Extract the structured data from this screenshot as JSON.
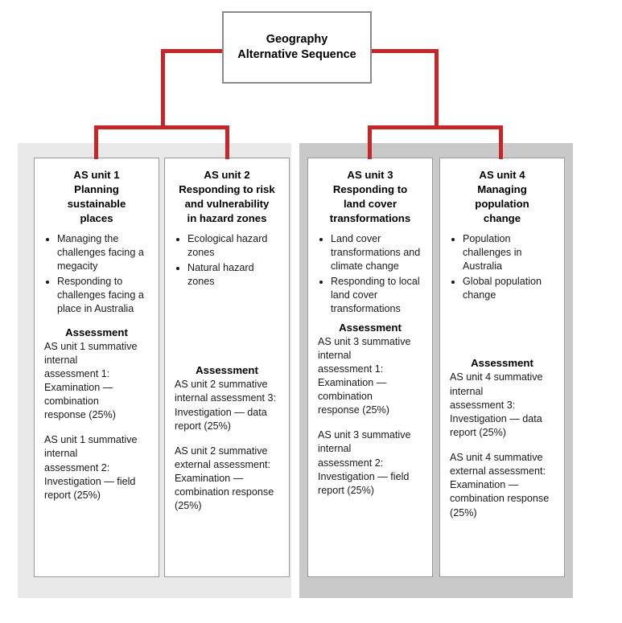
{
  "diagram": {
    "root": {
      "title": "Geography\nAlternative Sequence"
    },
    "accent_color": "#c4262a",
    "panels": [
      {
        "name": "left-group",
        "color": "#e9e9e9"
      },
      {
        "name": "right-group",
        "color": "#c9c9c9"
      }
    ],
    "assessment_heading": "Assessment",
    "units": [
      {
        "title": "AS unit 1\nPlanning\nsustainable\nplaces",
        "topics": [
          "Managing the challenges facing a megacity",
          "Responding to challenges facing a place in Australia"
        ],
        "assessments": [
          "AS unit 1 summative internal\nassessment 1:\nExamination — combination\nresponse (25%)",
          "AS unit 1 summative internal\nassessment 2:\nInvestigation — field\nreport (25%)"
        ]
      },
      {
        "title": "AS unit 2\nResponding to risk\nand vulnerability\nin hazard zones",
        "topics": [
          "Ecological hazard zones",
          "Natural hazard zones"
        ],
        "assessments": [
          "AS unit 2 summative internal assessment 3:\nInvestigation — data report (25%)",
          "AS unit 2 summative external assessment:\nExamination — combination response (25%)"
        ]
      },
      {
        "title": "AS unit 3\nResponding to\nland cover\ntransformations",
        "topics": [
          "Land cover transformations and climate change",
          "Responding to local land cover transformations"
        ],
        "assessments": [
          "AS unit 3 summative internal\nassessment 1:\nExamination — combination\nresponse (25%)",
          "AS unit 3 summative internal\nassessment 2:\nInvestigation — field\nreport (25%)"
        ]
      },
      {
        "title": "AS unit 4\nManaging\npopulation\nchange",
        "topics": [
          "Population challenges in Australia",
          "Global population change"
        ],
        "assessments": [
          "AS unit 4 summative internal\nassessment 3:\nInvestigation — data report (25%)",
          "AS unit 4 summative external assessment:\nExamination — combination response (25%)"
        ]
      }
    ]
  }
}
